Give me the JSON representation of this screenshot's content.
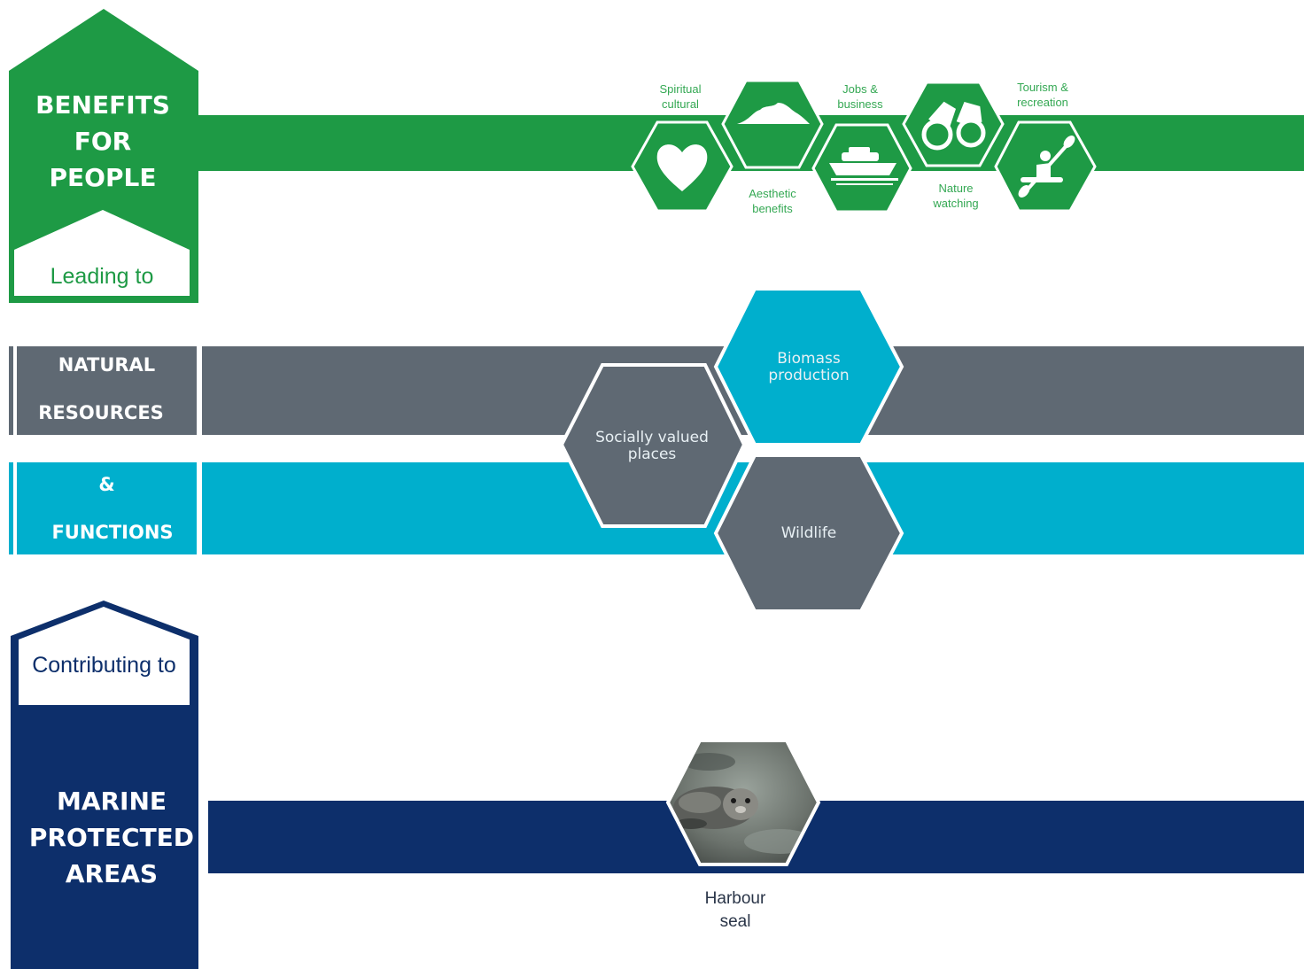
{
  "colors": {
    "green": "#1e9a45",
    "grey": "#5f6973",
    "cyan": "#00afcd",
    "navy": "#0d2f6b",
    "white": "#ffffff"
  },
  "benefits_header": {
    "title": "BENEFITS\nFOR\nPEOPLE",
    "subtitle": "Leading to"
  },
  "natural_header": {
    "line1": "NATURAL",
    "line2": "RESOURCES",
    "line3": "&",
    "line4": "FUNCTIONS"
  },
  "mpa_header": {
    "subtitle": "Contributing to",
    "title": "MARINE\nPROTECTED\nAREAS"
  },
  "benefits": [
    {
      "label": "Spiritual\ncultural",
      "icon": "heart-icon"
    },
    {
      "label": "Aesthetic\nbenefits",
      "icon": "island-icon"
    },
    {
      "label": "Jobs &\nbusiness",
      "icon": "boat-icon"
    },
    {
      "label": "Nature\nwatching",
      "icon": "binoculars-icon"
    },
    {
      "label": "Tourism &\nrecreation",
      "icon": "kayaker-icon"
    }
  ],
  "functions": [
    {
      "label": "Biomass\nproduction",
      "color": "cyan"
    },
    {
      "label": "Socially valued\nplaces",
      "color": "grey"
    },
    {
      "label": "Wildlife",
      "color": "grey"
    }
  ],
  "species": {
    "label": "Harbour\nseal",
    "icon": "harbour-seal-photo"
  }
}
